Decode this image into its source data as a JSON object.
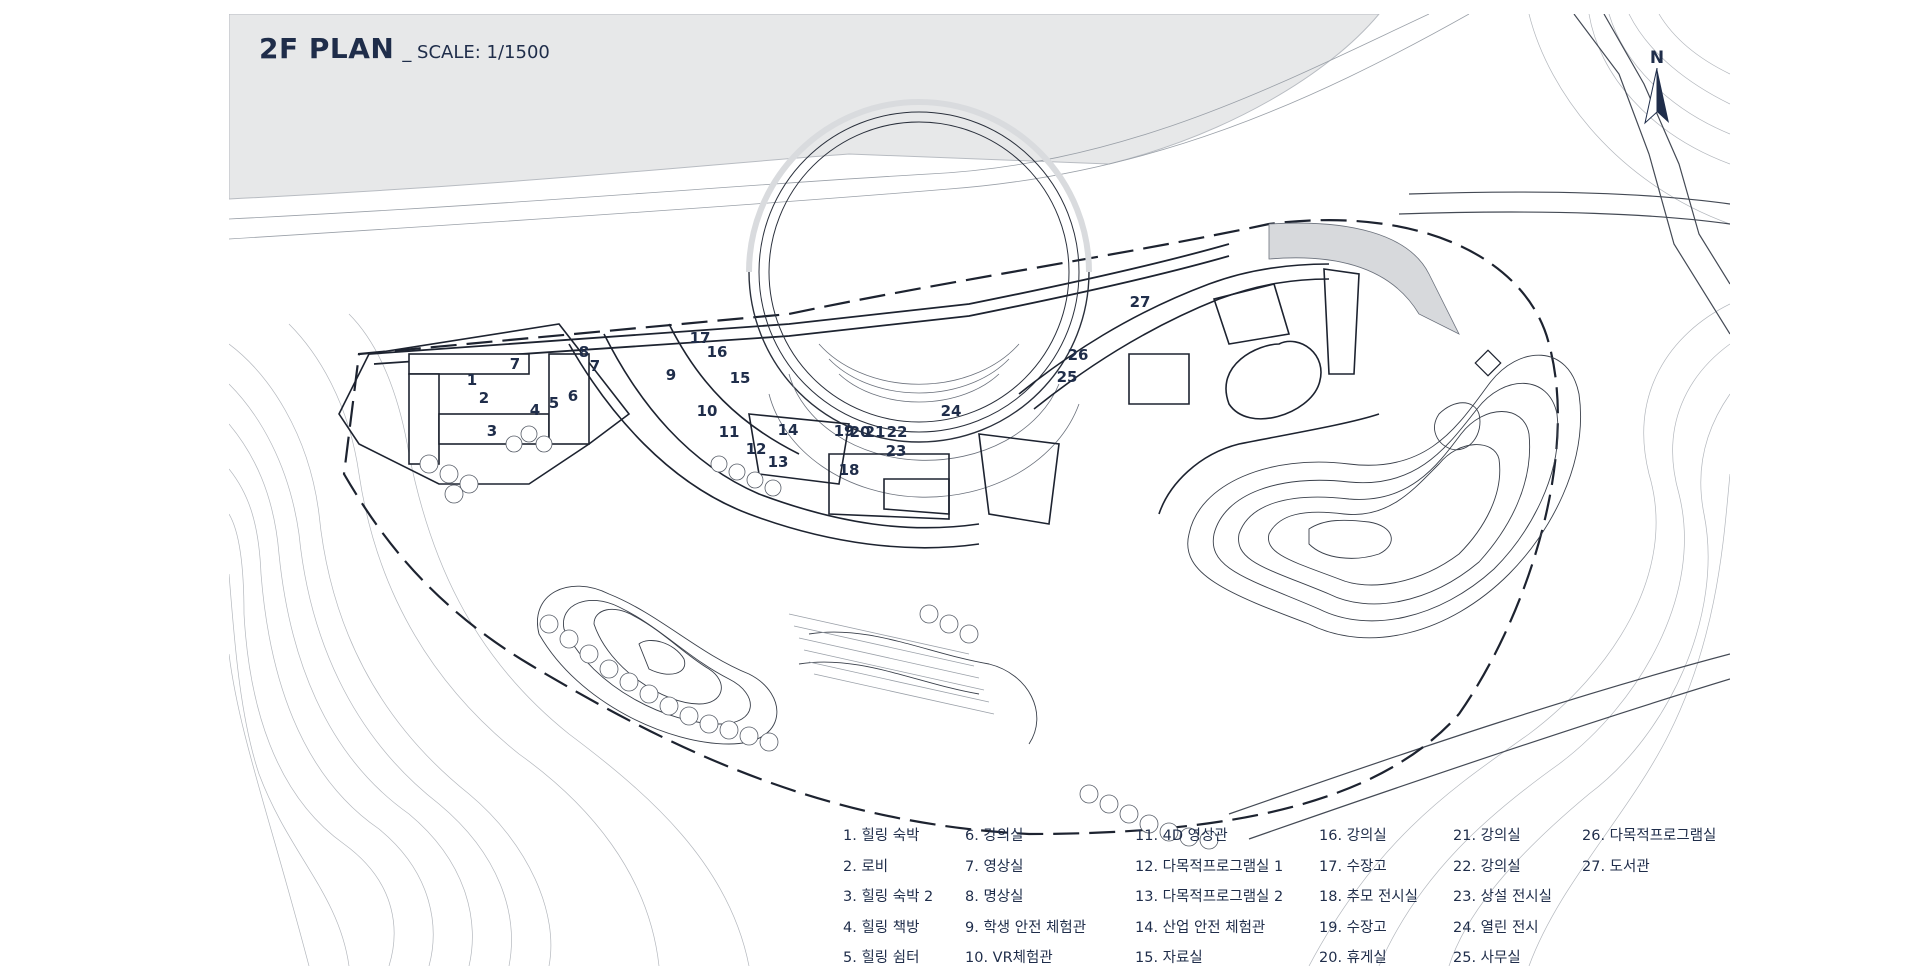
{
  "title": {
    "plan": "2F PLAN",
    "scale": "_ SCALE: 1/1500"
  },
  "north": {
    "label": "N"
  },
  "colors": {
    "ink": "#1f2d4a",
    "water": "#e7e8e9",
    "line": "#555b66"
  },
  "room_labels": {
    "n1": "1",
    "n2": "2",
    "n3": "3",
    "n4": "4",
    "n5": "5",
    "n6": "6",
    "n7a": "7",
    "n7b": "7",
    "n8": "8",
    "n9": "9",
    "n10": "10",
    "n11": "11",
    "n12": "12",
    "n13": "13",
    "n14": "14",
    "n15": "15",
    "n16": "16",
    "n17": "17",
    "n18": "18",
    "n19": "19",
    "n20": "20",
    "n21": "21",
    "n22": "22",
    "n23": "23",
    "n24": "24",
    "n25": "25",
    "n26": "26",
    "n27": "27"
  },
  "legend": [
    [
      "1. 힐링 숙박",
      "2. 로비",
      "3. 힐링 숙박 2",
      "4. 힐링 책방",
      "5. 힐링 쉼터"
    ],
    [
      "6. 강의실",
      "7. 영상실",
      "8. 명상실",
      "9. 학생 안전 체험관",
      "10. VR체험관"
    ],
    [
      "11. 4D 영상관",
      "12. 다목적프로그램실 1",
      "13. 다목적프로그램실 2",
      "14. 산업 안전 체험관",
      "15. 자료실"
    ],
    [
      "16. 강의실",
      "17. 수장고",
      "18. 추모 전시실",
      "19. 수장고",
      "20. 휴게실"
    ],
    [
      "21. 강의실",
      "22. 강의실",
      "23. 상설 전시실",
      "24. 열린 전시",
      "25. 사무실"
    ],
    [
      "26. 다목적프로그램실",
      "27. 도서관"
    ]
  ]
}
